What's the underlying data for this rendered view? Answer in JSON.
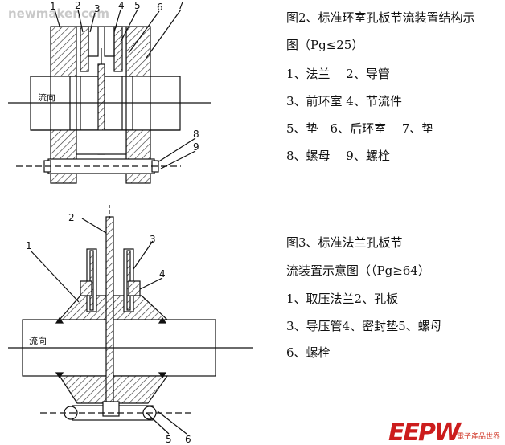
{
  "watermark": "newmaker.com",
  "flow_label": "流向",
  "fig2": {
    "title_line1": "图2、标准环室孔板节流装置结构示",
    "title_line2": "图（Pg≤25）",
    "legend": [
      "1、法兰　 2、导管",
      "3、前环室 4、节流件",
      "5、垫　6、后环室　 7、垫",
      "8、螺母　 9、螺栓"
    ],
    "callouts": [
      "1",
      "2",
      "3",
      "4",
      "5",
      "6",
      "7",
      "8",
      "9"
    ]
  },
  "fig3": {
    "title_line1": "图3、标准法兰孔板节",
    "title_line2": "流装置示意图（（Pg≥64）",
    "legend": [
      "1、取压法兰2、孔板",
      "3、导压管4、密封垫5、螺母",
      "6、螺栓"
    ],
    "callouts": [
      "1",
      "2",
      "3",
      "4",
      "5",
      "6"
    ]
  },
  "logo": {
    "mark": "EEPW",
    "tagline": "電子產品世界"
  },
  "colors": {
    "line": "#111111",
    "hatch": "#333333",
    "logo_red": "#cc1d1d",
    "logo_text": "#d23a2a"
  }
}
